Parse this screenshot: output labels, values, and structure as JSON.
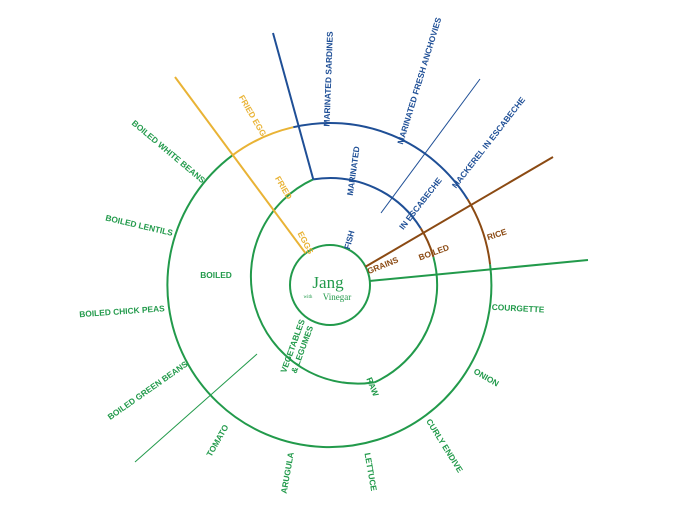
{
  "colors": {
    "green": "#229a4b",
    "blue": "#1f4f96",
    "orange": "#e9b335",
    "brown": "#8b4a13"
  },
  "center": {
    "title": "Jang",
    "with": "with",
    "subtitle": "Vinegar"
  },
  "inner": [
    {
      "label": "EGGS",
      "color": "orange"
    },
    {
      "label": "FISH",
      "color": "blue"
    },
    {
      "label": "GRAINS",
      "color": "brown"
    },
    {
      "label": "VEGETABLES & LEGUMES",
      "line1": "VEGETABLES",
      "line2": "& LEGUMES",
      "color": "green"
    }
  ],
  "middle": [
    {
      "label": "FRIED",
      "color": "orange"
    },
    {
      "label": "MARINATED",
      "color": "blue"
    },
    {
      "label": "IN ESCABECHE",
      "color": "blue"
    },
    {
      "label": "BOILED",
      "color": "brown"
    },
    {
      "label": "RAW",
      "color": "green"
    },
    {
      "label": "BOILED",
      "color": "green"
    }
  ],
  "outer": [
    {
      "label": "FRIED EGG",
      "color": "orange"
    },
    {
      "label": "MARINATED SARDINES",
      "color": "blue"
    },
    {
      "label": "MARINATED FRESH ANCHOVIES",
      "color": "blue"
    },
    {
      "label": "MACKEREL IN ESCABECHE",
      "color": "blue"
    },
    {
      "label": "RICE",
      "color": "brown"
    },
    {
      "label": "COURGETTE",
      "color": "green"
    },
    {
      "label": "ONION",
      "color": "green"
    },
    {
      "label": "CURLY ENDIVE",
      "color": "green"
    },
    {
      "label": "LETTUCE",
      "color": "green"
    },
    {
      "label": "ARUGULA",
      "color": "green"
    },
    {
      "label": "TOMATO",
      "color": "green"
    },
    {
      "label": "BOILED GREEN BEANS",
      "color": "green"
    },
    {
      "label": "BOILED CHICK PEAS",
      "color": "green"
    },
    {
      "label": "BOILED LENTILS",
      "color": "green"
    },
    {
      "label": "BOILED WHITE BEANS",
      "color": "green"
    }
  ]
}
